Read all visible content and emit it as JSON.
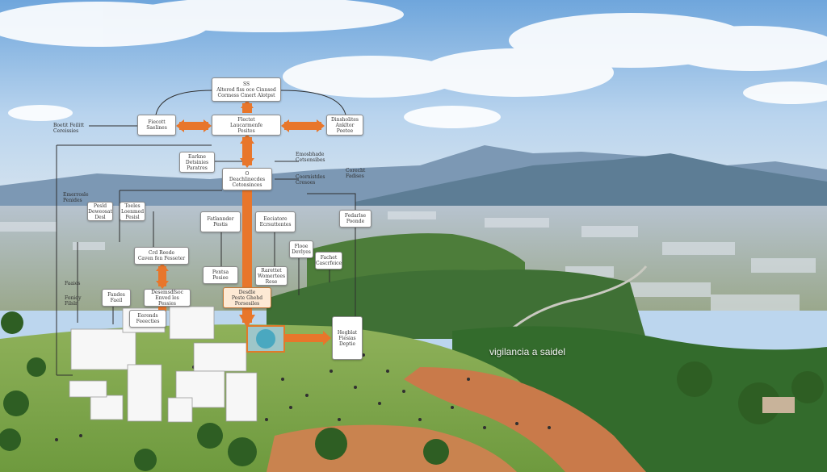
{
  "diagram": {
    "caption": "vigilancia a saidel",
    "nodes": {
      "top": "SS\nAltered fiss oce Cinnsed\nCormess Cmert Alotpst",
      "left_upper": "Fiecott\nSaelines",
      "center": "Flectet\nLaucarmenfe\nPesites",
      "right_upper": "Dinsholites\nAnkltor\nPeetee",
      "mid_left": "Earkne\nDetsinies\nParatres",
      "mid_center": "O\nDeachlinecdes\nCetonsinces",
      "small_a": "Pesld\nDeweosat\nDesl",
      "small_b": "Toeles\nLoenmed\nPesisl",
      "fat_a": "Fatlannder\nPestis",
      "fat_b": "Eeciatore\nEcrsuttentes",
      "right_mid": "Fedarlse\nPoonde",
      "crd": "Crd Reede\nCaven fen Fesseter",
      "small_c": "Flooe\nDevlyes",
      "small_d": "Fachet\nCascrfeice",
      "pesh": "Pentsa\nPesiee",
      "rarend": "Rarettet\nWomertees\nRese",
      "center_low": "Desdle\nPeste Ghehd\nPorsesiles",
      "b1": "Fandes\nFaeil",
      "b2": "Desemsdfsoc\nEnved les Pessies",
      "b3": "Eeronds\nFeeecties",
      "house": "Hegblat\nFiesias\nDeptie"
    },
    "labels": {
      "bot": "Boetit Feilitt\nCereissies",
      "ema": "Emosbhade\nCetsensibes",
      "emr": "Emerrosle\nPenides",
      "cmn": "Coornistdes\nCresoes",
      "cep": "Corecht\nFadises",
      "fao": "Faaies",
      "fnd": "Fonidy\nFilslr"
    },
    "colors": {
      "arrow": "#e8762b",
      "line": "#2f2f2f"
    }
  }
}
